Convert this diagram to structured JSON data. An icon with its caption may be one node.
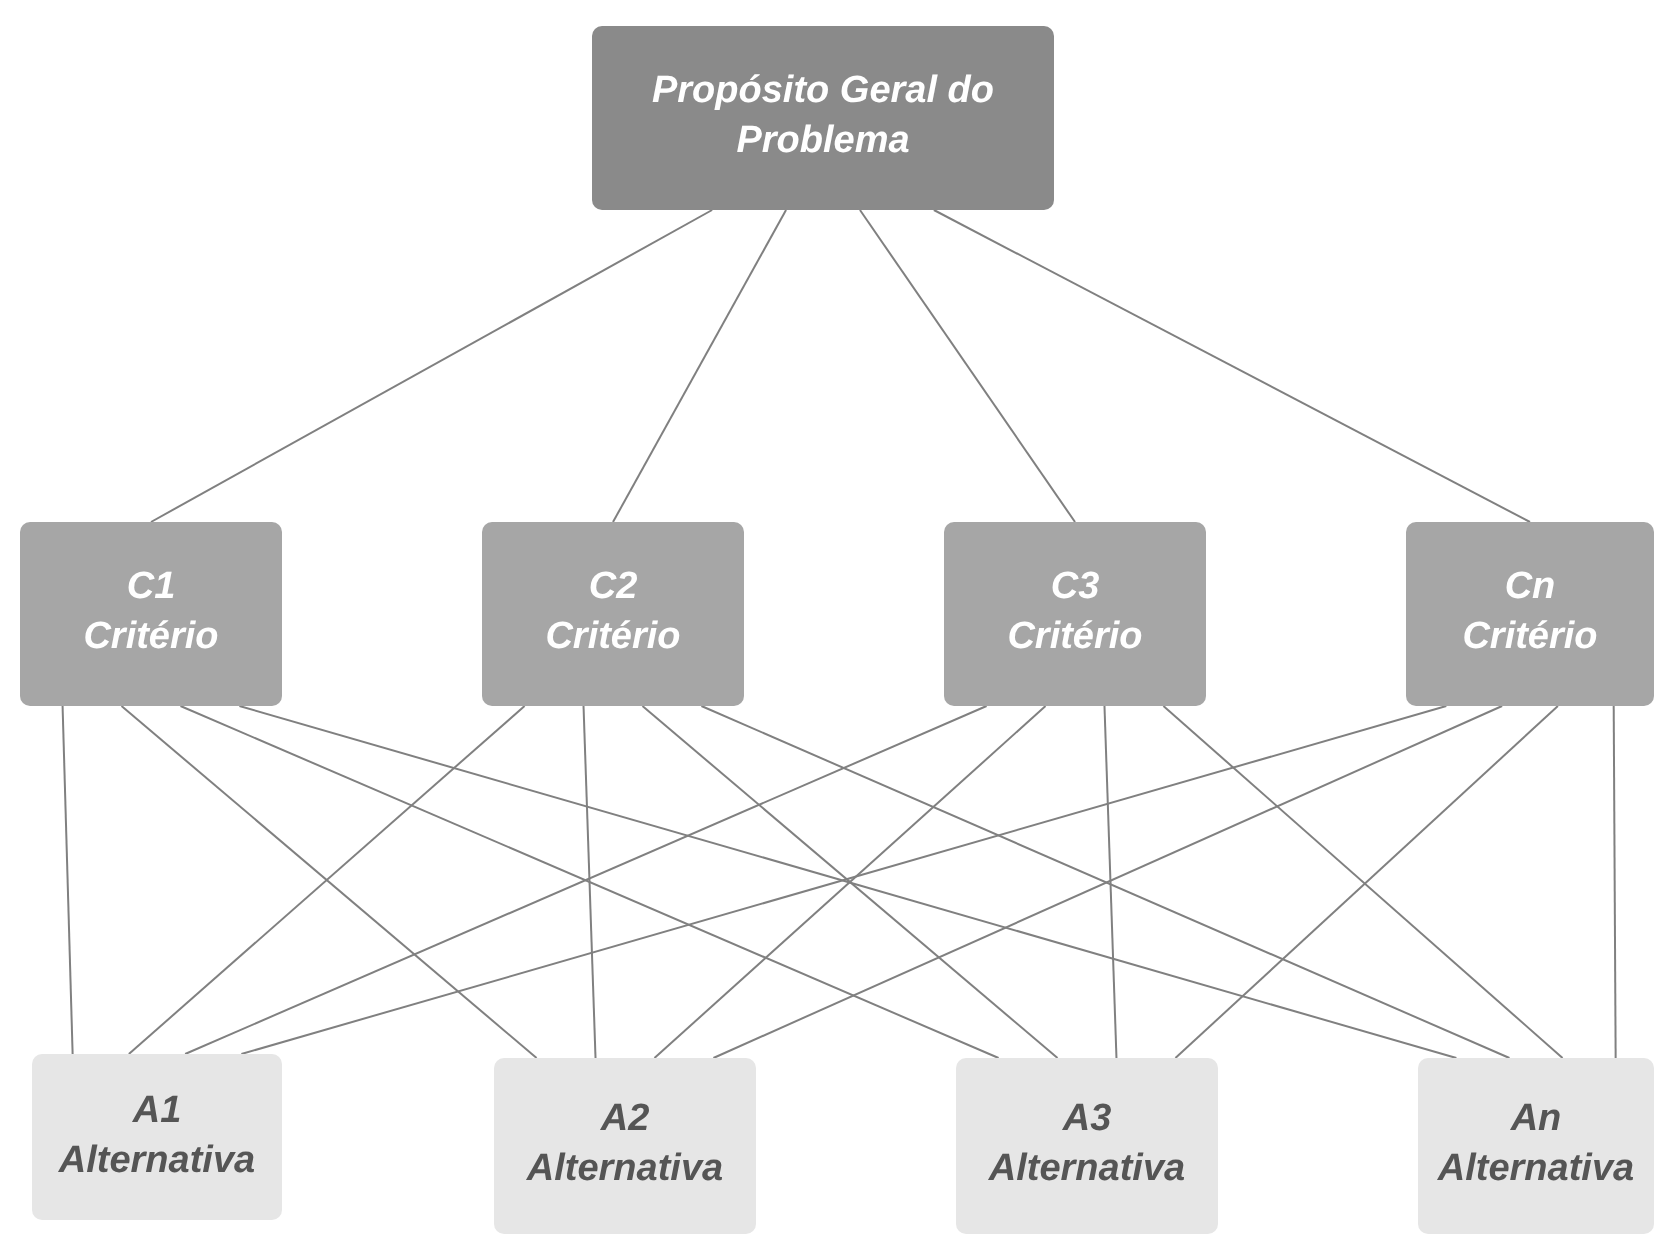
{
  "diagram": {
    "nodes": [
      {
        "text": [
          "Propósito Geral do Problema"
        ]
      },
      {
        "text": [
          "C1",
          "Critério"
        ]
      },
      {
        "text": [
          "C2",
          "Critério"
        ]
      },
      {
        "text": [
          "C3",
          "Critério"
        ]
      },
      {
        "text": [
          "Cn",
          "Critério"
        ]
      },
      {
        "text": [
          "A1",
          "Alternativa"
        ]
      },
      {
        "text": [
          "A2",
          "Alternativa"
        ]
      },
      {
        "text": [
          "A3",
          "Alternativa"
        ]
      },
      {
        "text": [
          "An",
          "Alternativa"
        ]
      }
    ],
    "edges": [
      {
        "from": 0,
        "to": 1,
        "arrow": "none"
      },
      {
        "from": 0,
        "to": 2,
        "arrow": "none"
      },
      {
        "from": 0,
        "to": 3,
        "arrow": "none"
      },
      {
        "from": 0,
        "to": 4,
        "arrow": "none"
      },
      {
        "from": 1,
        "to": 5,
        "arrow": "none"
      },
      {
        "from": 1,
        "to": 6,
        "arrow": "none"
      },
      {
        "from": 1,
        "to": 7,
        "arrow": "none"
      },
      {
        "from": 1,
        "to": 8,
        "arrow": "none"
      },
      {
        "from": 2,
        "to": 5,
        "arrow": "none"
      },
      {
        "from": 2,
        "to": 6,
        "arrow": "none"
      },
      {
        "from": 2,
        "to": 7,
        "arrow": "none"
      },
      {
        "from": 2,
        "to": 8,
        "arrow": "none"
      },
      {
        "from": 3,
        "to": 5,
        "arrow": "none"
      },
      {
        "from": 3,
        "to": 6,
        "arrow": "none"
      },
      {
        "from": 3,
        "to": 7,
        "arrow": "none"
      },
      {
        "from": 3,
        "to": 8,
        "arrow": "none"
      },
      {
        "from": 4,
        "to": 5,
        "arrow": "none"
      },
      {
        "from": 4,
        "to": 6,
        "arrow": "none"
      },
      {
        "from": 4,
        "to": 7,
        "arrow": "none"
      },
      {
        "from": 4,
        "to": 8,
        "arrow": "none"
      }
    ]
  }
}
